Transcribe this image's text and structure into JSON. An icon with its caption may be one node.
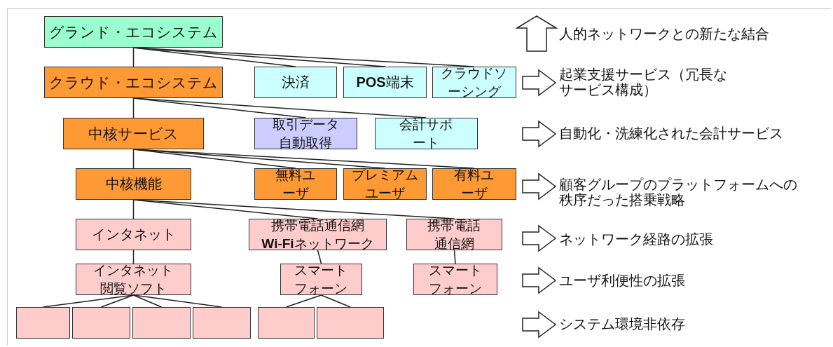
{
  "diagram": {
    "nodes": [
      {
        "text": [
          "グランド・エコシステム"
        ]
      },
      {
        "text": [
          "クラウド・エコシステム"
        ]
      },
      {
        "text": [
          "決済"
        ]
      },
      {
        "text": [
          "**POS**端末"
        ]
      },
      {
        "text": [
          "クラウドソーシング"
        ]
      },
      {
        "text": [
          "中核サービス"
        ]
      },
      {
        "text": [
          "取引データ自動取得"
        ]
      },
      {
        "text": [
          "会計サポート"
        ]
      },
      {
        "text": [
          "中核機能"
        ]
      },
      {
        "text": [
          "無料ユーザ"
        ]
      },
      {
        "text": [
          "プレミアムユーザ"
        ]
      },
      {
        "text": [
          "有料ユーザ"
        ]
      },
      {
        "text": [
          "インタネット"
        ]
      },
      {
        "text": [
          "携帯電話通信網",
          "**Wi-Fi**ネットワーク"
        ]
      },
      {
        "text": [
          "携帯電話通信網"
        ]
      },
      {
        "text": [
          "インタネット閲覧ソフト"
        ]
      },
      {
        "text": [
          "スマートフォーン"
        ]
      },
      {
        "text": [
          "スマートフォーン"
        ]
      },
      {
        "text": [],
        "shape": "box"
      },
      {
        "text": [],
        "shape": "box"
      },
      {
        "text": [],
        "shape": "box"
      },
      {
        "text": [],
        "shape": "box"
      },
      {
        "text": [],
        "shape": "box"
      },
      {
        "text": [],
        "shape": "box"
      }
    ],
    "edges": [
      {
        "from": 0,
        "to": 1,
        "arrow": "none"
      },
      {
        "from": 0,
        "to": 2,
        "arrow": "none"
      },
      {
        "from": 0,
        "to": 3,
        "arrow": "none"
      },
      {
        "from": 0,
        "to": 4,
        "arrow": "none"
      },
      {
        "from": 1,
        "to": 5,
        "arrow": "none"
      },
      {
        "from": 1,
        "to": 6,
        "arrow": "none"
      },
      {
        "from": 1,
        "to": 7,
        "arrow": "none"
      },
      {
        "from": 5,
        "to": 8,
        "arrow": "none"
      },
      {
        "from": 5,
        "to": 9,
        "arrow": "none"
      },
      {
        "from": 5,
        "to": 10,
        "arrow": "none"
      },
      {
        "from": 5,
        "to": 11,
        "arrow": "none"
      },
      {
        "from": 8,
        "to": 12,
        "arrow": "none"
      },
      {
        "from": 8,
        "to": 13,
        "arrow": "none"
      },
      {
        "from": 8,
        "to": 14,
        "arrow": "none"
      },
      {
        "from": 12,
        "to": 15,
        "arrow": "none"
      },
      {
        "from": 13,
        "to": 16,
        "arrow": "none"
      },
      {
        "from": 14,
        "to": 17,
        "arrow": "none"
      },
      {
        "from": 15,
        "to": 18,
        "arrow": "none"
      },
      {
        "from": 15,
        "to": 19,
        "arrow": "none"
      },
      {
        "from": 15,
        "to": 20,
        "arrow": "none"
      },
      {
        "from": 15,
        "to": 21,
        "arrow": "none"
      },
      {
        "from": 16,
        "to": 22,
        "arrow": "none"
      },
      {
        "from": 16,
        "to": 23,
        "arrow": "none"
      }
    ],
    "labels": [
      "人的ネットワークとの新たな結合",
      "起業支援サービス（冗長なサービス構成）",
      "自動化・洗練化された会計サービス",
      "顧客グループのプラットフォームへの秩序だった搭乗戦略",
      "ネットワーク経路の拡張",
      "ユーザ利便性の拡張",
      "システム環境非依存"
    ]
  }
}
